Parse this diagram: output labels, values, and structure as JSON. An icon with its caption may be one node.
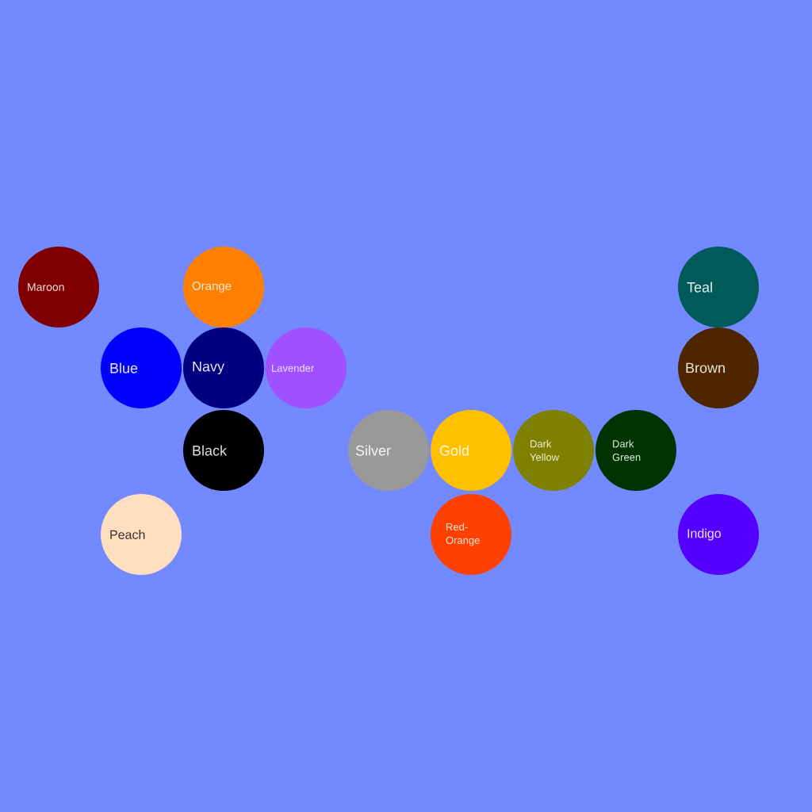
{
  "diagram": {
    "nodes": [
      {
        "text": [
          "Maroon"
        ]
      },
      {
        "text": [
          "Orange"
        ]
      },
      {
        "text": [
          "Teal"
        ]
      },
      {
        "text": [
          "Blue"
        ]
      },
      {
        "text": [
          "Navy"
        ]
      },
      {
        "text": [
          "Lavender"
        ]
      },
      {
        "text": [
          "Brown"
        ]
      },
      {
        "text": [
          "Black"
        ]
      },
      {
        "text": [
          "Silver"
        ]
      },
      {
        "text": [
          "Gold"
        ]
      },
      {
        "text": [
          "Dark Yellow"
        ]
      },
      {
        "text": [
          "Dark Green"
        ]
      },
      {
        "text": [
          "Peach"
        ]
      },
      {
        "text": [
          "Red-Orange"
        ]
      },
      {
        "text": [
          "Indigo"
        ]
      }
    ]
  }
}
